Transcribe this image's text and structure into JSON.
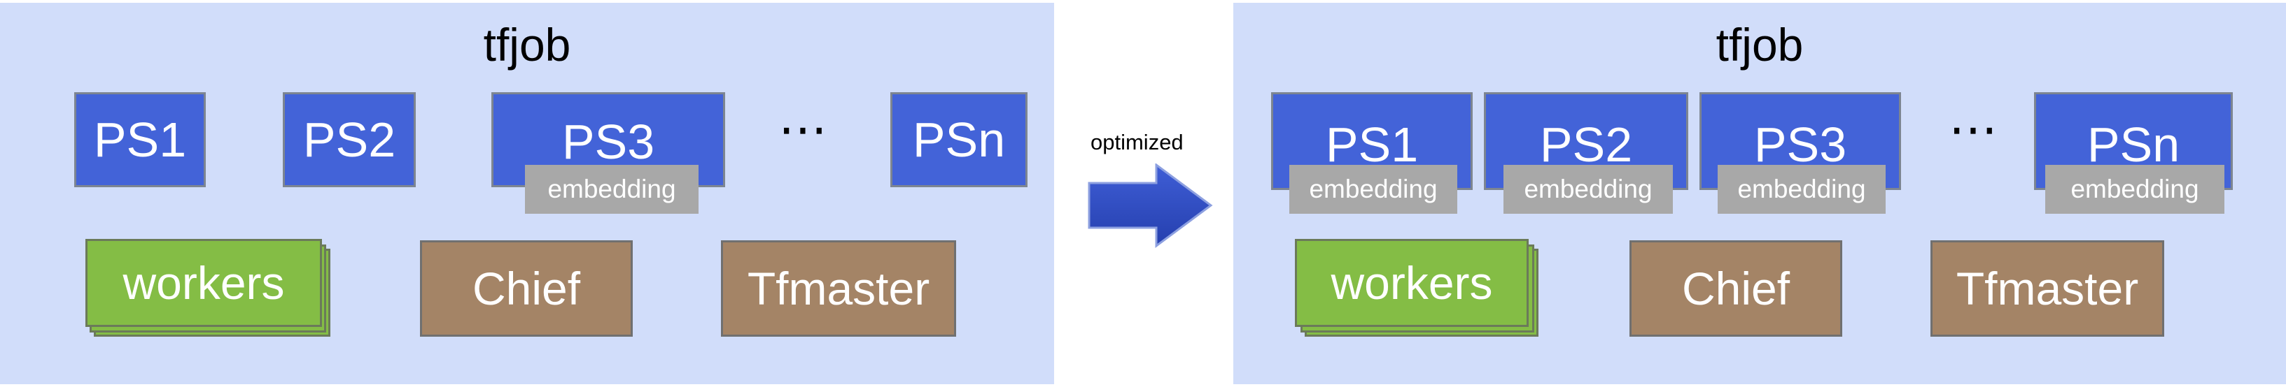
{
  "left": {
    "title": "tfjob",
    "ps": [
      "PS1",
      "PS2",
      "PS3",
      "PSn"
    ],
    "ellipsis": "⋯",
    "embedding": "embedding",
    "workers": "workers",
    "chief": "Chief",
    "tfmaster": "Tfmaster"
  },
  "arrow": {
    "label": "optimized",
    "color": "#3a54c8"
  },
  "right": {
    "title": "tfjob",
    "ps": [
      "PS1",
      "PS2",
      "PS3",
      "PSn"
    ],
    "ellipsis": "⋯",
    "embedding": "embedding",
    "workers": "workers",
    "chief": "Chief",
    "tfmaster": "Tfmaster"
  },
  "colors": {
    "panel": "#d1ddfa",
    "ps": "#4363d8",
    "embedding": "#a8a8a8",
    "workers": "#84bd45",
    "chief": "#a48466"
  }
}
